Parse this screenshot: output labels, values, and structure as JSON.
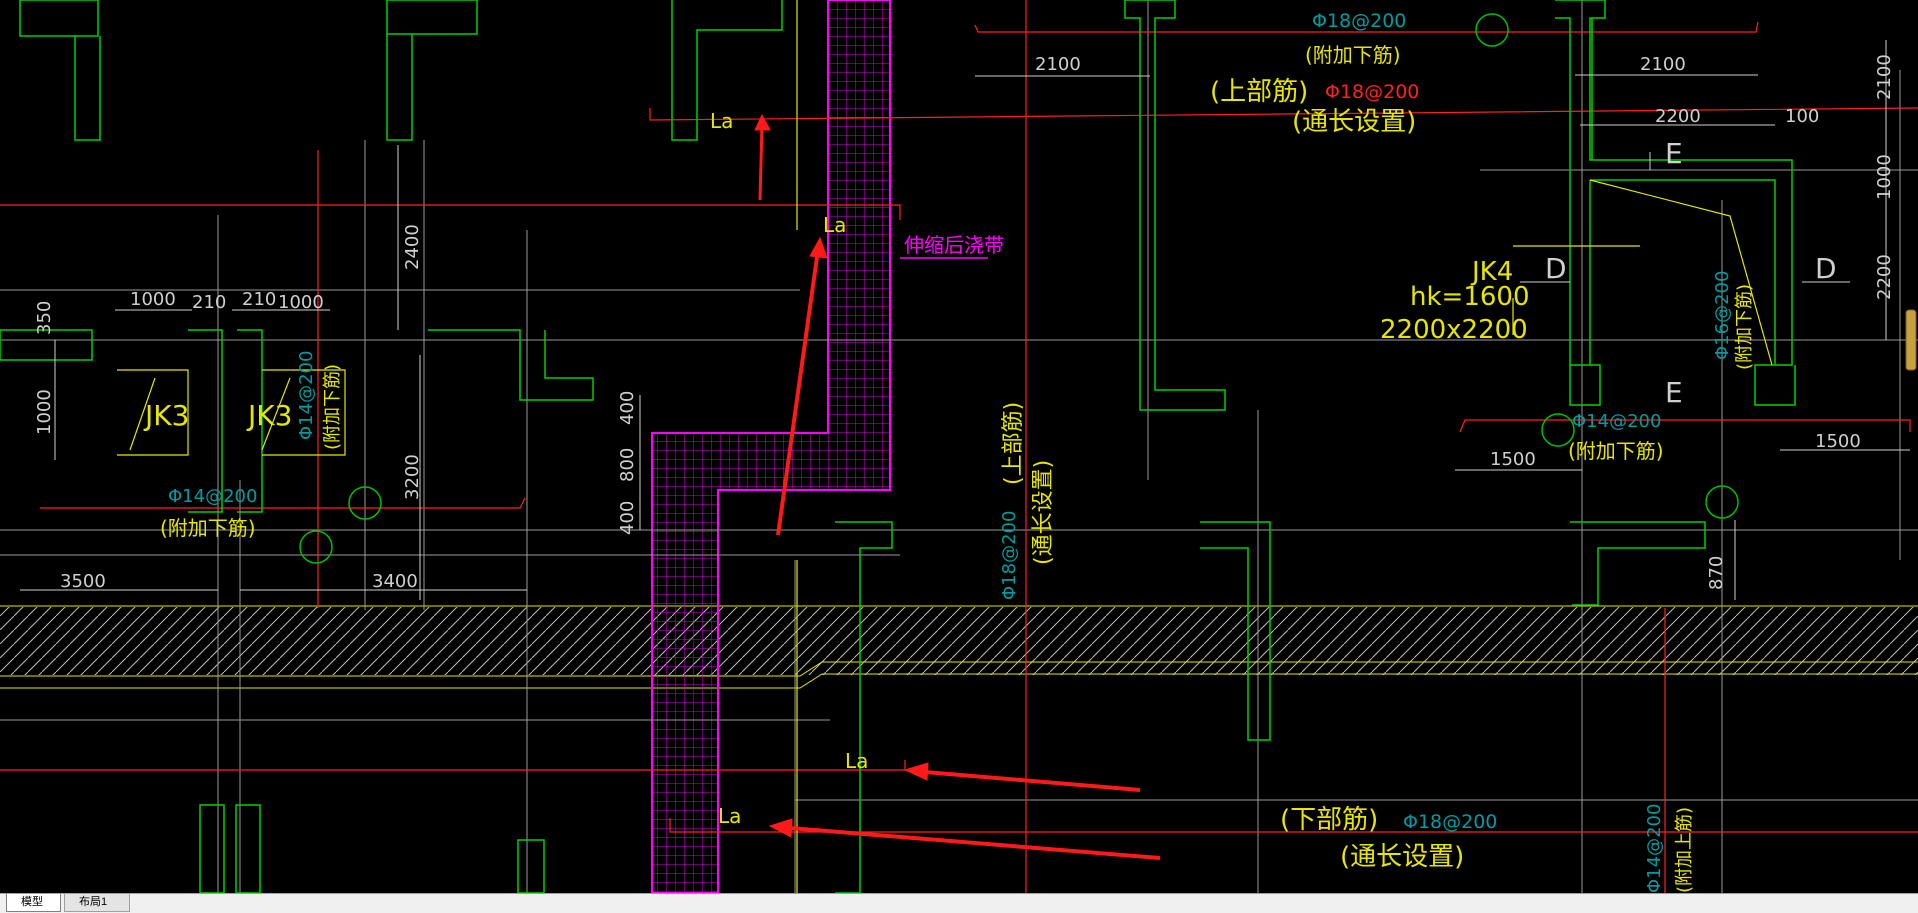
{
  "layout_tabs": [
    {
      "label": "模型",
      "active": true
    },
    {
      "label": "布局1",
      "active": false
    }
  ],
  "labels": {
    "dim_2100_a": "2100",
    "dim_2100_b": "2100",
    "dim_2100_c": "2100",
    "dim_2200_a": "2200",
    "dim_2200_b": "2200",
    "dim_100": "100",
    "dim_1000_a": "1000",
    "dim_1000_b": "1000",
    "dim_1000_c": "1000",
    "dim_210_a": "210",
    "dim_210_b": "210",
    "dim_350": "350",
    "dim_2400": "2400",
    "dim_3200": "3200",
    "dim_3500": "3500",
    "dim_3400": "3400",
    "dim_400_a": "400",
    "dim_800": "800",
    "dim_400_b": "400",
    "dim_1500_a": "1500",
    "dim_1500_b": "1500",
    "dim_870": "870",
    "dim_1000_r": "1000",
    "rebar_18_200_top": "Φ18@200",
    "fujia_xiajin_top": "(附加下筋)",
    "shangbujin_label": "(上部筋)",
    "rebar_18_200_red": "Φ18@200",
    "tongchang_top": "(通长设置)",
    "la_1": "La",
    "la_2": "La",
    "la_3": "La",
    "la_4": "La",
    "shensuo_band": "伸缩后浇带",
    "jk4": "JK4",
    "hk1600": "hk=1600",
    "size_2200": "2200x2200",
    "section_e_top": "E",
    "section_e_bottom": "E",
    "section_d_left": "D",
    "section_d_right": "D",
    "rebar_16_200": "Φ16@200",
    "fujia_xiajin_jk4": "(附加下筋)",
    "rebar_14_200_r": "Φ14@200",
    "fujia_xiajin_r": "(附加下筋)",
    "jk3_a": "JK3",
    "jk3_b": "JK3",
    "rebar_14_200_v": "Φ14@200",
    "fujia_xiajin_v": "(附加下筋)",
    "rebar_14_200_l": "Φ14@200",
    "fujia_xiajin_l": "(附加下筋)",
    "rebar_18_200_vert": "Φ18@200",
    "shangbujin_vert": "(上部筋)",
    "tongchang_vert": "(通长设置)",
    "xiabujin_label": "(下部筋)",
    "rebar_18_200_bot": "Φ18@200",
    "tongchang_bot": "(通长设置)",
    "rebar_14_200_br": "Φ14@200",
    "fujia_shangjin": "(附加上筋)"
  },
  "colors": {
    "background": "#000000",
    "rebar_red": "#ff2020",
    "wall_green": "#00d000",
    "text_yellow": "#e6e600",
    "text_cyan": "#009ca0",
    "band_magenta": "#ff00ff",
    "dim_white": "#cfcfcf",
    "arrow_red": "#ff1a1a"
  }
}
